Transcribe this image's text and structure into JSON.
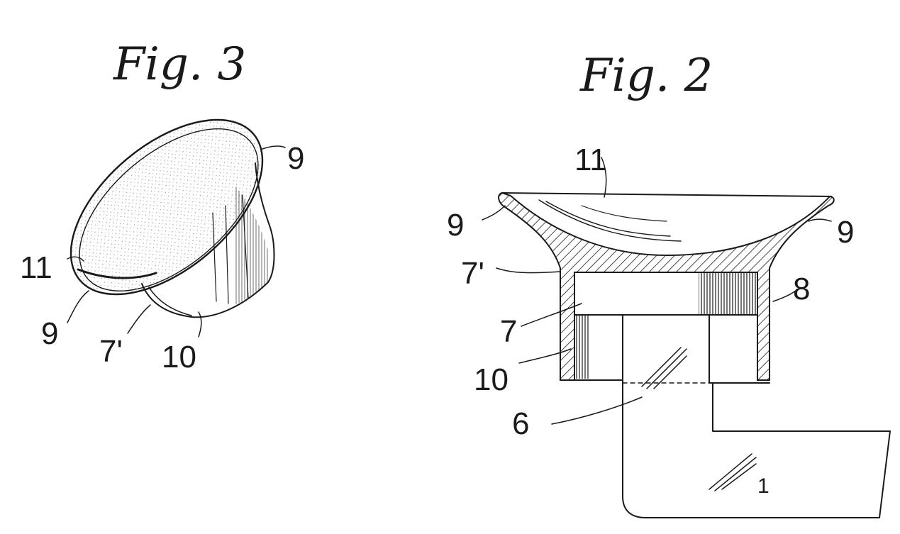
{
  "figures": {
    "fig3": {
      "title": "Fig. 3",
      "labels": {
        "rim_right": "9",
        "cup_left": "11",
        "rim_left": "9",
        "neck": "7'",
        "base": "10"
      }
    },
    "fig2": {
      "title": "Fig. 2",
      "labels": {
        "cup_top": "11",
        "rim_left": "9",
        "rim_right": "9",
        "flange": "7'",
        "sleeve_right": "8",
        "sleeve": "7",
        "base": "10",
        "stem": "6",
        "body": "1"
      }
    }
  },
  "colors": {
    "ink": "#1a1a1a",
    "paper": "#ffffff"
  }
}
